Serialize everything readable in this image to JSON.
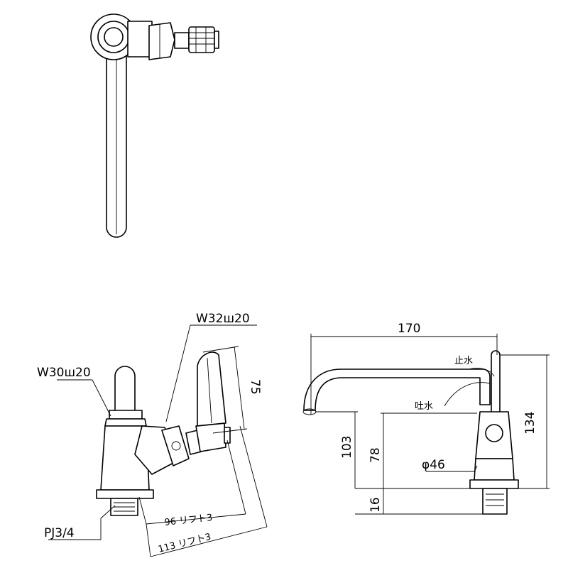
{
  "labels": {
    "w32": "W32ш20",
    "w30": "W30ш20",
    "pj": "PJ3/4",
    "dim75": "75",
    "dim96": "96 リフト3",
    "dim113": "113 リフト3",
    "dim170": "170",
    "dim134": "134",
    "dim103": "103",
    "dim78": "78",
    "dim16": "16",
    "phi46": "φ46",
    "stop_water": "止水",
    "spout_water": "吐水"
  }
}
